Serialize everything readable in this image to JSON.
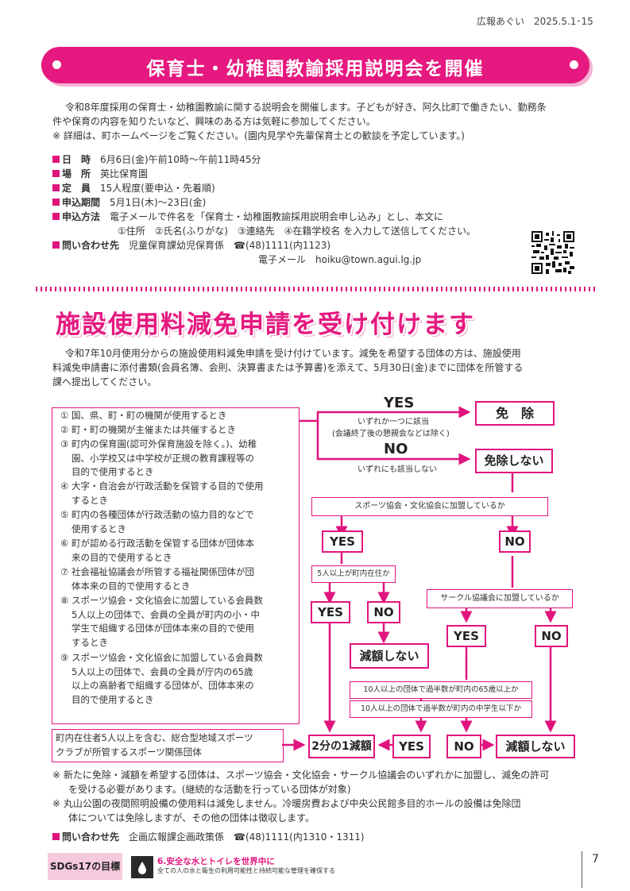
{
  "header": {
    "issue": "広報あぐい　2025.5.1･15"
  },
  "sec1": {
    "title": "保育士・幼稚園教諭採用説明会を開催",
    "intro1": "令和8年度採用の保育士・幼稚園教諭に関する説明会を開催します。子どもが好き、阿久比町で働きたい、勤務条",
    "intro2": "件や保育の内容を知りたいなど、興味のある方は気軽に参加してください。",
    "note": "※ 詳細は、町ホームページをご覧ください。(園内見学や先輩保育士との歓談を予定しています。)",
    "rows": [
      {
        "label": "日　時",
        "value": "6月6日(金)午前10時～午前11時45分"
      },
      {
        "label": "場　所",
        "value": "英比保育園"
      },
      {
        "label": "定　員",
        "value": "15人程度(要申込・先着順)"
      },
      {
        "label": "申込期間",
        "value": "5月1日(木)～23日(金)"
      },
      {
        "label": "申込方法",
        "value": "電子メールで件名を「保育士・幼稚園教諭採用説明会申し込み」とし、本文に"
      }
    ],
    "apply2": "①住所　②氏名(ふりがな)　③連絡先　④在籍学校名 を入力して送信してください。",
    "contact_label": "問い合わせ先",
    "contact_value": "児童保育課幼児保育係　☎(48)1111(内1123)",
    "contact_email": "電子メール　hoiku@town.agui.lg.jp"
  },
  "sec2": {
    "title": "施設使用料減免申請を受け付けます",
    "intro1": "令和7年10月使用分からの施設使用料減免申請を受け付けています。減免を希望する団体の方は、施設使用",
    "intro2": "料減免申請書に添付書類(会員名簿、会則、決算書または予算書)を添えて、5月30日(金)までに団体を所管する",
    "intro3": "課へ提出してください。",
    "criteria": [
      [
        "① 国、県、町・町の機関が使用するとき"
      ],
      [
        "② 町・町の機関が主催または共催するとき"
      ],
      [
        "③ 町内の保育園(認可外保育施設を除く。)、幼稚",
        "園、小学校又は中学校が正規の教育課程等の",
        "目的で使用するとき"
      ],
      [
        "④ 大字・自治会が行政活動を保管する目的で使用",
        "するとき"
      ],
      [
        "⑤ 町内の各種団体が行政活動の協力目的などで",
        "使用するとき"
      ],
      [
        "⑥ 町が認める行政活動を保管する団体が団体本",
        "来の目的で使用するとき"
      ],
      [
        "⑦ 社会福祉協議会が所管する福祉関係団体が団",
        "体本来の目的で使用するとき"
      ],
      [
        "⑧ スポーツ協会・文化協会に加盟している会員数",
        "5人以上の団体で、会員の全員が町内の小・中",
        "学生で組織する団体が団体本来の目的で使用",
        "するとき"
      ],
      [
        "⑨ スポーツ協会・文化協会に加盟している会員数",
        "5人以上の団体で、会員の全員が庁内の65歳",
        "以上の高齢者で組織する団体が、団体本来の",
        "目的で使用するとき"
      ]
    ],
    "sports": [
      "町内在住者5人以上を含む、総合型地域スポーツ",
      "クラブが所管するスポーツ関係団体"
    ],
    "flow": {
      "yes": "YES",
      "no": "NO",
      "yes_note1": "いずれか一つに該当",
      "yes_note2": "(会議終了後の懇親会などは除く)",
      "no_note": "いずれにも該当しない",
      "exempt": "免　除",
      "not_exempt": "免除しない",
      "q1": "スポーツ協会・文化協会に加盟しているか",
      "q2": "5人以上が町内在住か",
      "q3": "サークル協議会に加盟しているか",
      "no_reduce": "減額しない",
      "q4": "10人以上の団体で過半数が町内の65歳以上か",
      "q5": "10人以上の団体で過半数が町内の中学生以下か",
      "half": "2分の1減額"
    },
    "footnote1": "※ 新たに免除・減額を希望する団体は、スポーツ協会・文化協会・サークル協議会のいずれかに加盟し、減免の許可",
    "footnote1b": "を受ける必要があります。(継続的な活動を行っている団体が対象)",
    "footnote2": "※ 丸山公園の夜間照明設備の使用料は減免しません。冷暖房費および中央公民館多目的ホールの設備は免除団",
    "footnote2b": "体については免除しますが、その他の団体は徴収します。",
    "contact_label": "問い合わせ先",
    "contact_value": "企画広報課企画政策係　☎(48)1111(内1310・1311)"
  },
  "footer": {
    "sdgs": "SDGs17の目標",
    "goal_title": "6.安全な水とトイレを世界中に",
    "goal_desc": "全ての人の水と衛生の利用可能性と持続可能な管理を確保する",
    "page": "7"
  },
  "colors": {
    "accent": "#e0147d"
  }
}
